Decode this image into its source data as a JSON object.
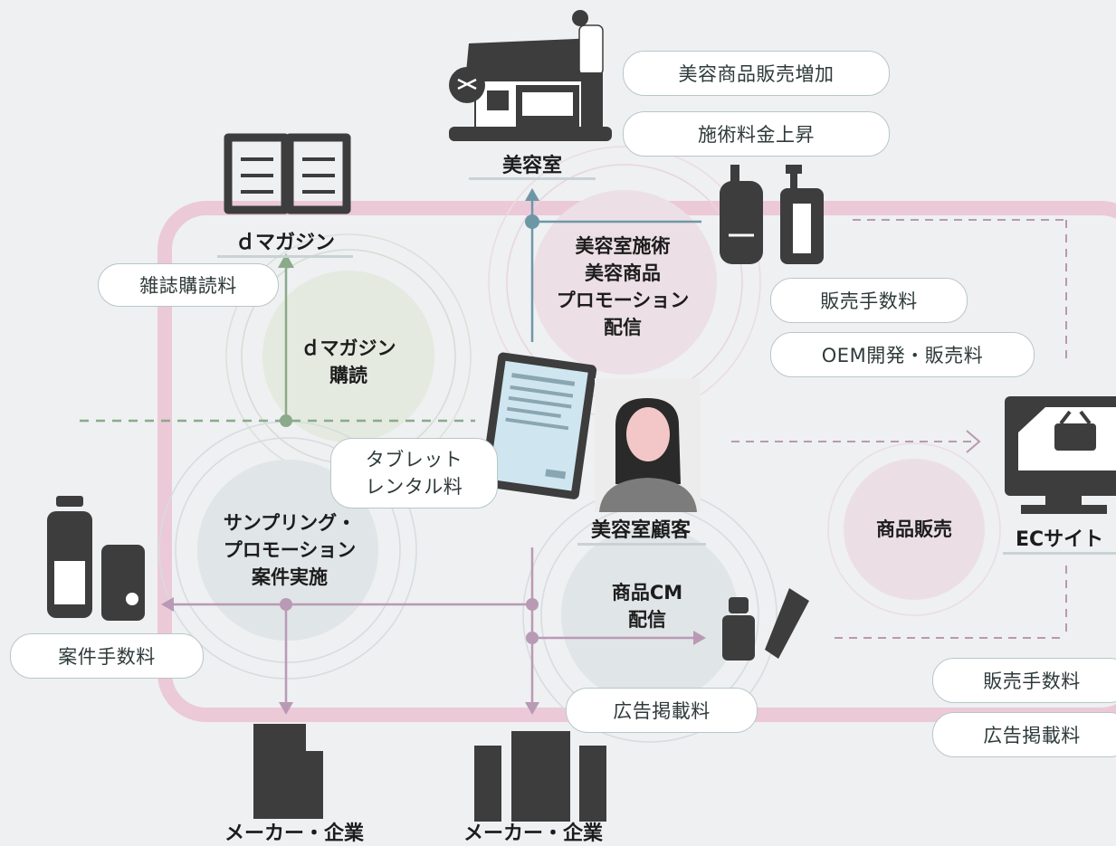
{
  "nodes": {
    "salon": "美容室",
    "magazine": "ｄマガジン",
    "ec_site": "ECサイト",
    "customer": "美容室顧客",
    "maker_left": "メーカー・企業",
    "maker_right": "メーカー・企業"
  },
  "circles": {
    "magazine_subscription": "ｄマガジン\n購読",
    "salon_promotion": "美容室施術\n美容商品\nプロモーション\n配信",
    "sampling": "サンプリング・\nプロモーション\n案件実施",
    "cm": "商品CM\n配信",
    "product_sales": "商品販売"
  },
  "tags": {
    "beauty_product_sales_increase": "美容商品販売増加",
    "treatment_fee_increase": "施術料金上昇",
    "magazine_subscription_fee": "雑誌購読料",
    "tablet_rental_fee": "タブレット\nレンタル料",
    "sales_commission_top": "販売手数料",
    "oem_fee": "OEM開発・販売料",
    "project_commission": "案件手数料",
    "ad_fee_center": "広告掲載料",
    "sales_commission_right": "販売手数料",
    "ad_fee_right": "広告掲載料"
  },
  "colors": {
    "loop": "#ebc8d6",
    "green": "#8aaa8a",
    "purple": "#b99ab5",
    "blue": "#6e97a6",
    "icon": "#3d3d3d"
  }
}
